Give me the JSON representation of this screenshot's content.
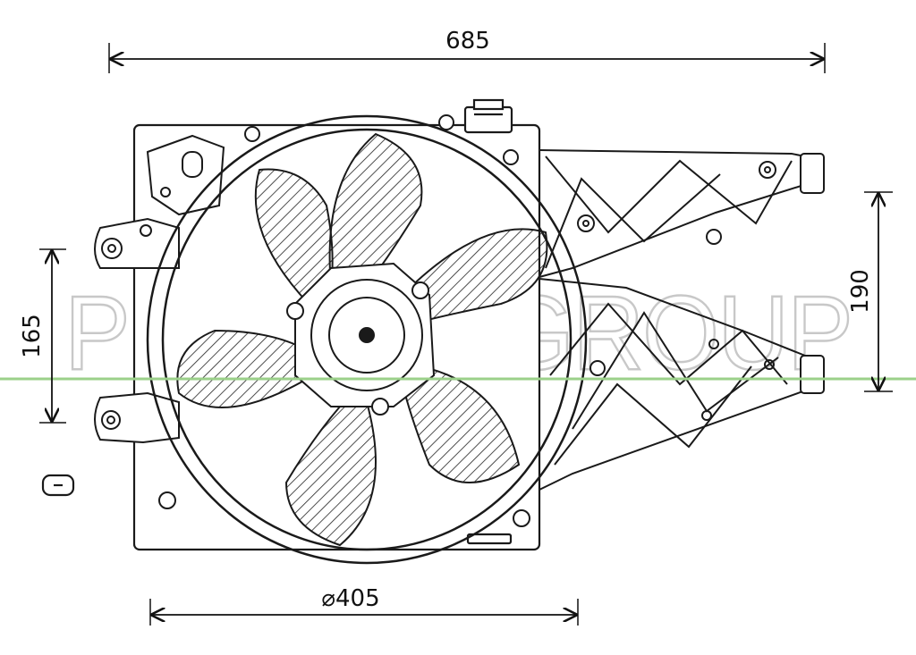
{
  "dimensions": {
    "width": "685",
    "height_left": "165",
    "height_right": "190",
    "diameter": "405",
    "diameter_symbol": "⌀"
  },
  "watermark": "PRASCO GROUP",
  "colors": {
    "line": "#1a1a1a",
    "hatch": "#222222",
    "watermark": "#c8c8c8",
    "center_line": "#9bd08a"
  },
  "icons": {
    "side_connector": "connector-icon"
  }
}
